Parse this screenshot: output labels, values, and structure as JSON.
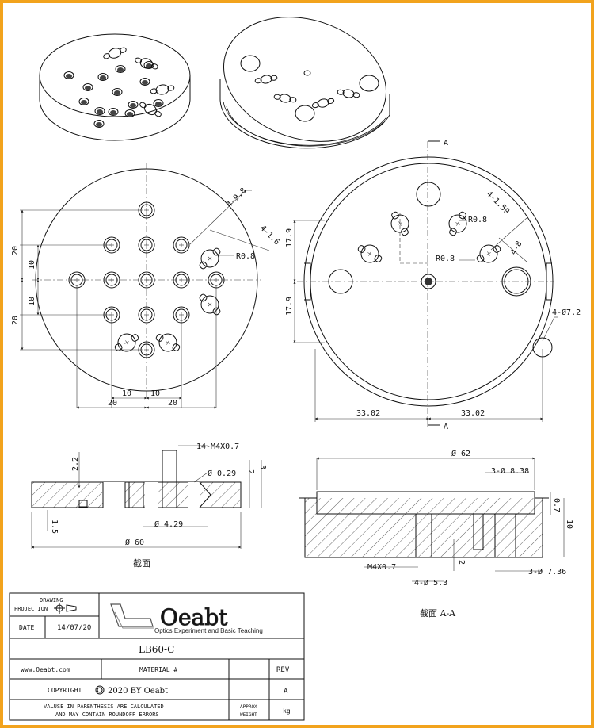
{
  "top_view": {
    "d_hole_pattern": "4-9.8",
    "d_small": "4-1.6",
    "radius": "R0.8",
    "dim_v_20_top": "20",
    "dim_v_10_top": "10",
    "dim_v_10_bot": "10",
    "dim_v_20_bot": "20",
    "dim_h_10_left": "10",
    "dim_h_10_right": "10",
    "dim_h_20_left": "20",
    "dim_h_20_right": "20"
  },
  "section_view_a": {
    "section_mark_top": "A",
    "section_mark_bottom": "A",
    "d_hole": "4-1.59",
    "radius_1": "R0.8",
    "radius_2": "R0.8",
    "d_small": "4-8",
    "dim_v_top": "17.9",
    "dim_v_bot": "17.9",
    "dim_h_left": "33.02",
    "dim_h_right": "33.02",
    "d_outer": "4-Ø7.2"
  },
  "section_left": {
    "thread": "14-M4X0.7",
    "dim_22": "2.2",
    "dim_2": "2",
    "dim_3": "3",
    "d_029": "Ø 0.29",
    "dim_15": "1.5",
    "d_429": "Ø 4.29",
    "d_60": "Ø 60",
    "caption": "截面"
  },
  "section_right": {
    "d_62": "Ø 62",
    "d_838": "3-Ø 8.38",
    "dim_07": "0.7",
    "dim_10": "10",
    "dim_2": "2",
    "thread": "M4X0.7",
    "d_736": "3-Ø 7.36",
    "d_53": "4-Ø 5.3",
    "caption": "截面  A-A"
  },
  "title_block": {
    "drawing_projection": "DRAWING\nPROJECTION",
    "date_label": "DATE",
    "date_value": "14/07/20",
    "logo_text": "Oeabt",
    "logo_subtitle": "Optics Experiment and Basic Teaching",
    "part_number": "LB60-C",
    "website": "www.Oeabt.com",
    "material_label": "MATERIAL #",
    "rev_label": "REV",
    "rev_value": "A",
    "copyright_label": "COPYRIGHT",
    "copyright_text": "2020 BY Oeabt",
    "note_line1": "VALUSE IN PARENTHESIS ARE CALCULATED",
    "note_line2": "AND MAY CONTAIN ROUNDOFF ERRORS",
    "approx_weight": "APPROX\nWEIGHT",
    "weight_unit": "kg"
  }
}
